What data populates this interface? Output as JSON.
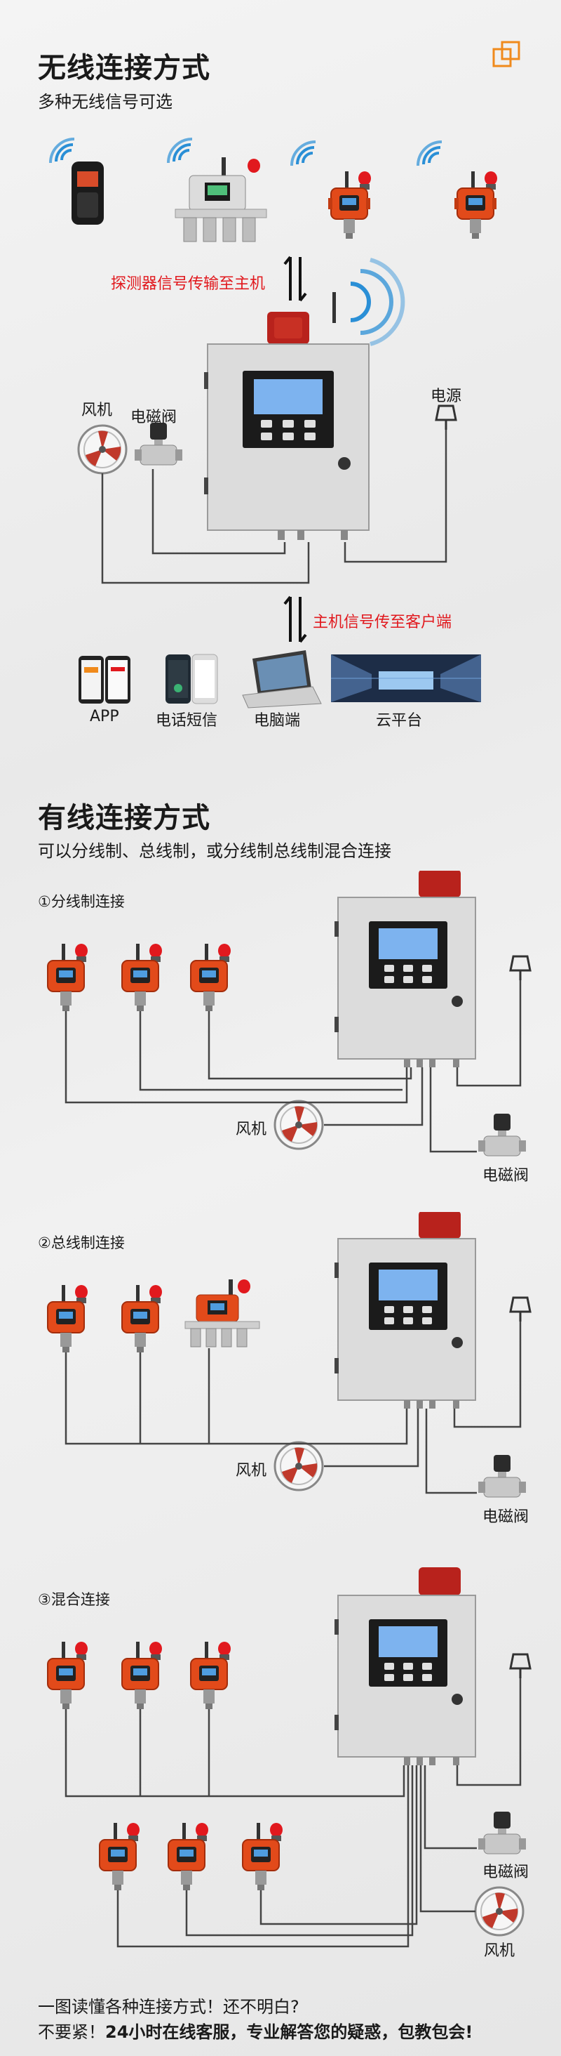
{
  "wireless": {
    "title": "无线连接方式",
    "subtitle": "多种无线信号可选",
    "detector_to_host": "探测器信号传输至主机",
    "host_to_client": "主机信号传至客户端",
    "fan": "风机",
    "valve": "电磁阀",
    "power": "电源",
    "clients": [
      "APP",
      "电话短信",
      "电脑端",
      "云平台"
    ]
  },
  "wired": {
    "title": "有线连接方式",
    "subtitle": "可以分线制、总线制，或分线制总线制混合连接",
    "sec1": "①分线制连接",
    "sec2": "②总线制连接",
    "sec3": "③混合连接",
    "fan": "风机",
    "valve": "电磁阀"
  },
  "footer": {
    "line1": "一图读懂各种连接方式！还不明白?",
    "line2a": "不要紧！",
    "line2b": "24小时在线客服，专业解答您的疑惑，包教包会!"
  },
  "colors": {
    "accent_red": "#e1191e",
    "detector_orange": "#e24a1a",
    "signal_blue": "#2a8fd6",
    "logo_orange": "#f08a1c"
  }
}
